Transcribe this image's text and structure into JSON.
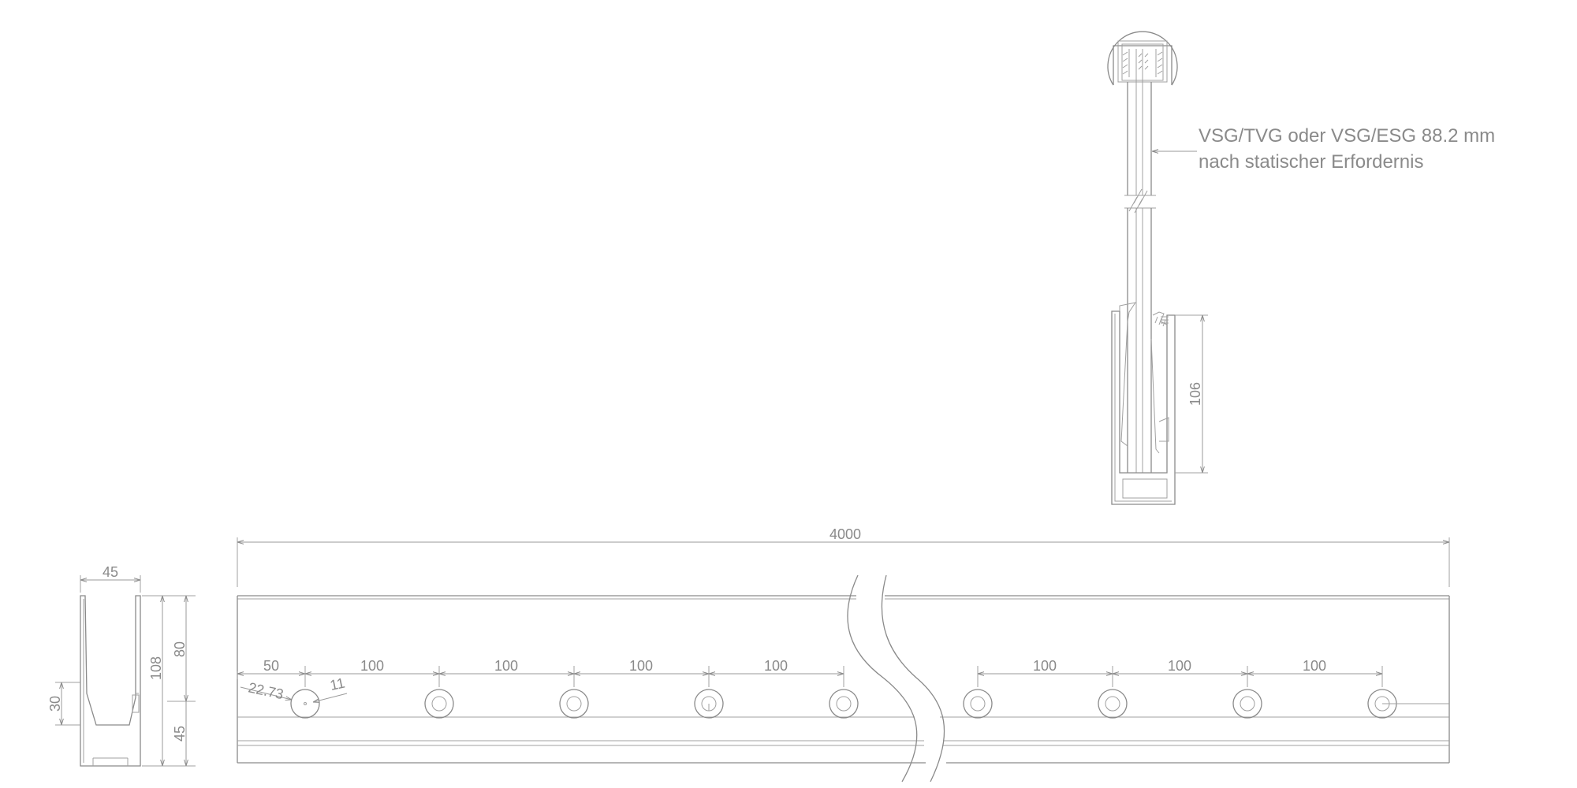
{
  "note": {
    "line1": "VSG/TVG oder VSG/ESG 88.2 mm",
    "line2": "nach statischer Erfordernis"
  },
  "dimensions": {
    "clamp_height": "106",
    "total_length": "4000",
    "edge_to_first_hole": "50",
    "hole_spacing": [
      "100",
      "100",
      "100",
      "100",
      "100",
      "100",
      "100"
    ],
    "counterbore_diameter": "22.73",
    "hole_diameter": "11",
    "profile_width": "45",
    "profile_height": "108",
    "upper_height": "80",
    "lower_height": "45",
    "fixing_height": "30"
  }
}
